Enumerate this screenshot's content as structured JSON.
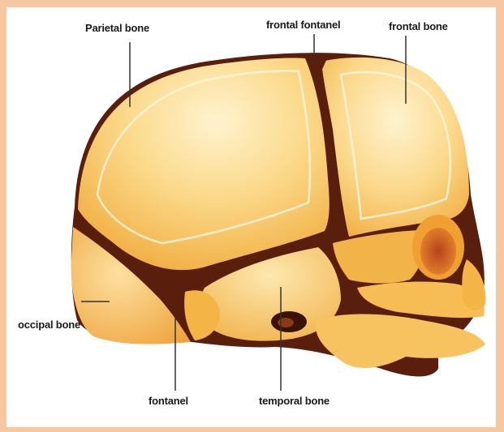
{
  "labels": {
    "parietal": "Parietal bone",
    "frontal_fontanel": "frontal fontanel",
    "frontal_bone": "frontal bone",
    "occipital": "occipal bone",
    "fontanel": "fontanel",
    "temporal": "temporal bone"
  },
  "colors": {
    "border": "#f6c7a0",
    "bone": "#f4b13a",
    "bone_light": "#fde7a8",
    "suture": "#5a1e0c",
    "leader_line": "#333333"
  }
}
